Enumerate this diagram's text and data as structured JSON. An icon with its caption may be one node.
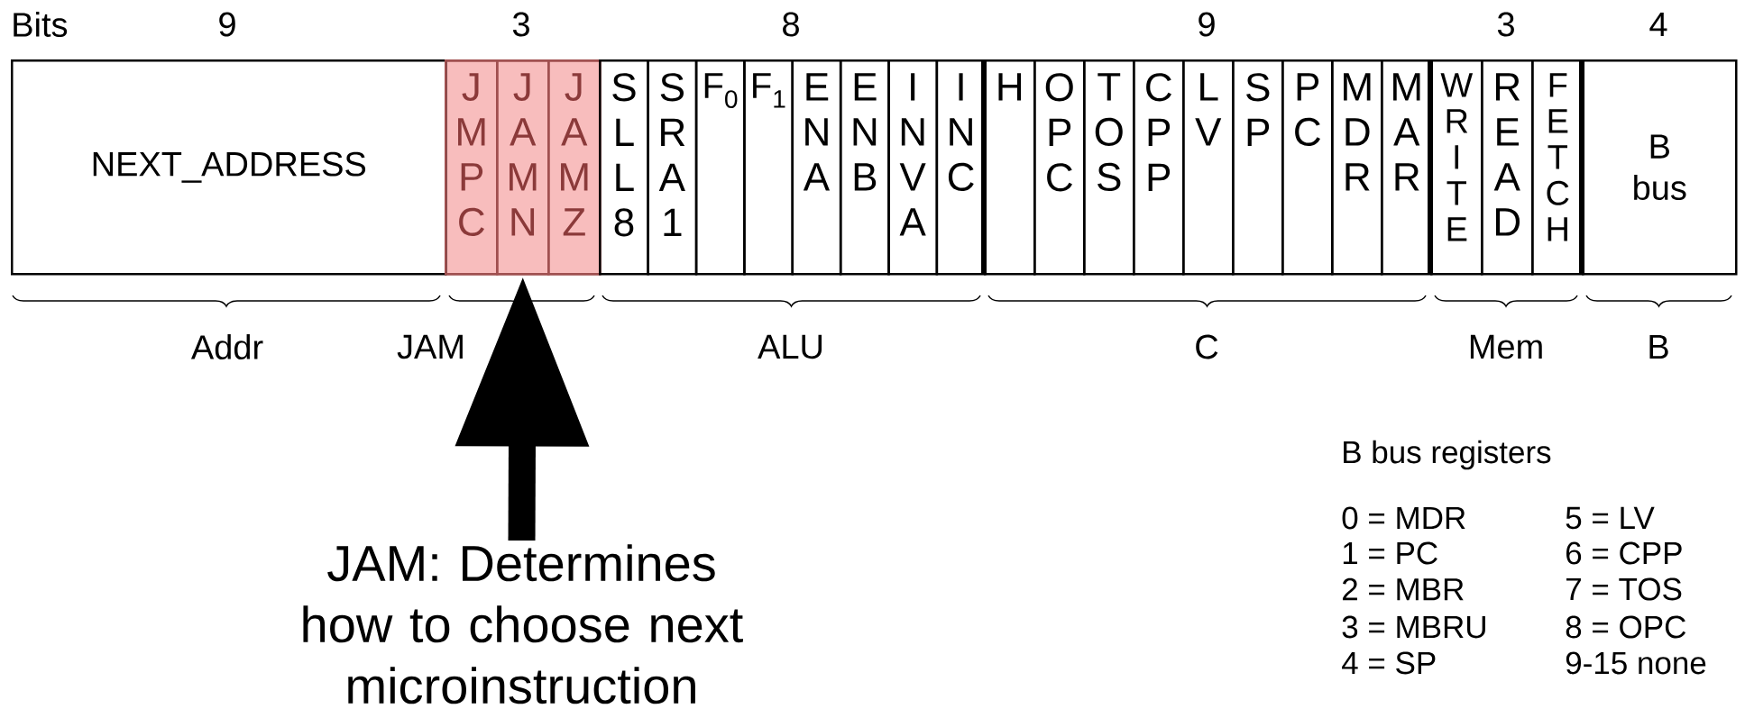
{
  "diagram": {
    "nodes": [
      {
        "text": [
          "NEXT_ADDRESS"
        ]
      },
      {
        "text": [],
        "shape": "box"
      },
      {
        "text": [
          "JMPC"
        ],
        "in": 1
      },
      {
        "text": [
          "JAMN"
        ],
        "in": 1
      },
      {
        "text": [
          "JAMZ"
        ],
        "in": 1
      },
      {
        "text": [
          "SLL8"
        ]
      },
      {
        "text": [
          "SRA1"
        ]
      },
      {
        "text": [
          "F$_{0}$"
        ]
      },
      {
        "text": [
          "F$_{1}$"
        ]
      },
      {
        "text": [
          "ENA"
        ]
      },
      {
        "text": [
          "ENB"
        ]
      },
      {
        "text": [
          "INVA"
        ]
      },
      {
        "text": [
          "INC"
        ]
      },
      {
        "text": [
          "H"
        ]
      },
      {
        "text": [
          "OPC"
        ]
      },
      {
        "text": [
          "TOS"
        ]
      },
      {
        "text": [
          "CPP"
        ]
      },
      {
        "text": [
          "LV"
        ]
      },
      {
        "text": [
          "SP"
        ]
      },
      {
        "text": [
          "PC"
        ]
      },
      {
        "text": [
          "MDR"
        ]
      },
      {
        "text": [
          "MAR"
        ]
      },
      {
        "text": [
          "WRITE"
        ]
      },
      {
        "text": [
          "READ"
        ]
      },
      {
        "text": [
          "FETCH"
        ]
      },
      {
        "text": [
          "B bus"
        ]
      },
      {
        "text": [
          "JAM: Determines how to choose next microinstruction"
        ]
      }
    ],
    "edges": [
      {
        "from": 26,
        "to": 1,
        "arrow": "to"
      }
    ],
    "labels": [
      "Bits",
      "9",
      "3",
      "8",
      "9",
      "3",
      "4",
      "Addr",
      "JAM",
      "ALU",
      "C",
      "Mem",
      "B",
      "B bus registers",
      "0 = MDR",
      "5 = LV",
      "1 = PC",
      "6 = CPP",
      "2 = MBR",
      "7 = TOS",
      "3 = MBRU",
      "8 = OPC",
      "4 = SP",
      "9-15 none"
    ]
  }
}
